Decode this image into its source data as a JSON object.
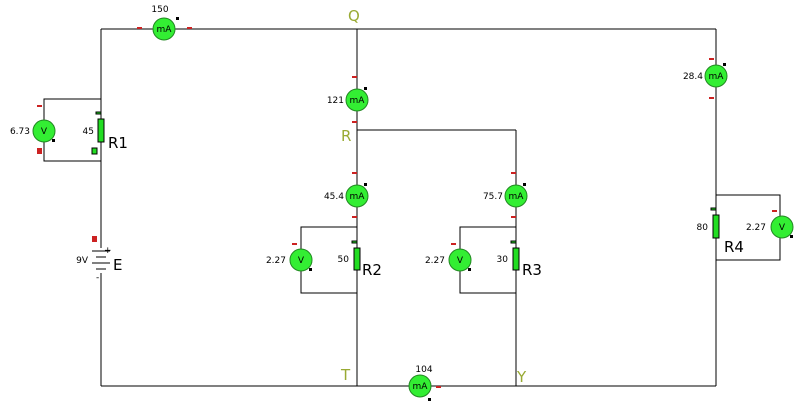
{
  "nodes": {
    "q": "Q",
    "r": "R",
    "t": "T",
    "y": "Y"
  },
  "meters": {
    "ammeter_main": {
      "unit": "mA",
      "value": "150"
    },
    "ammeter_qr": {
      "unit": "mA",
      "value": "121"
    },
    "ammeter_r2": {
      "unit": "mA",
      "value": "45.4"
    },
    "ammeter_r3": {
      "unit": "mA",
      "value": "75.7"
    },
    "ammeter_r4": {
      "unit": "mA",
      "value": "28.4"
    },
    "ammeter_ty": {
      "unit": "mA",
      "value": "104"
    },
    "voltmeter_r1": {
      "unit": "V",
      "value": "6.73"
    },
    "voltmeter_r2": {
      "unit": "V",
      "value": "2.27"
    },
    "voltmeter_r3": {
      "unit": "V",
      "value": "2.27"
    },
    "voltmeter_r4": {
      "unit": "V",
      "value": "2.27"
    }
  },
  "resistors": {
    "r1": {
      "name": "R1",
      "value": "45"
    },
    "r2": {
      "name": "R2",
      "value": "50"
    },
    "r3": {
      "name": "R3",
      "value": "30"
    },
    "r4": {
      "name": "R4",
      "value": "80"
    }
  },
  "battery": {
    "name": "E",
    "value": "9V",
    "plus": "+",
    "minus": "-"
  },
  "colors": {
    "meter_fill": "#33ee33",
    "node_label": "#99aa33",
    "terminal": "#cc2222",
    "resistor_fill": "#22dd22"
  }
}
